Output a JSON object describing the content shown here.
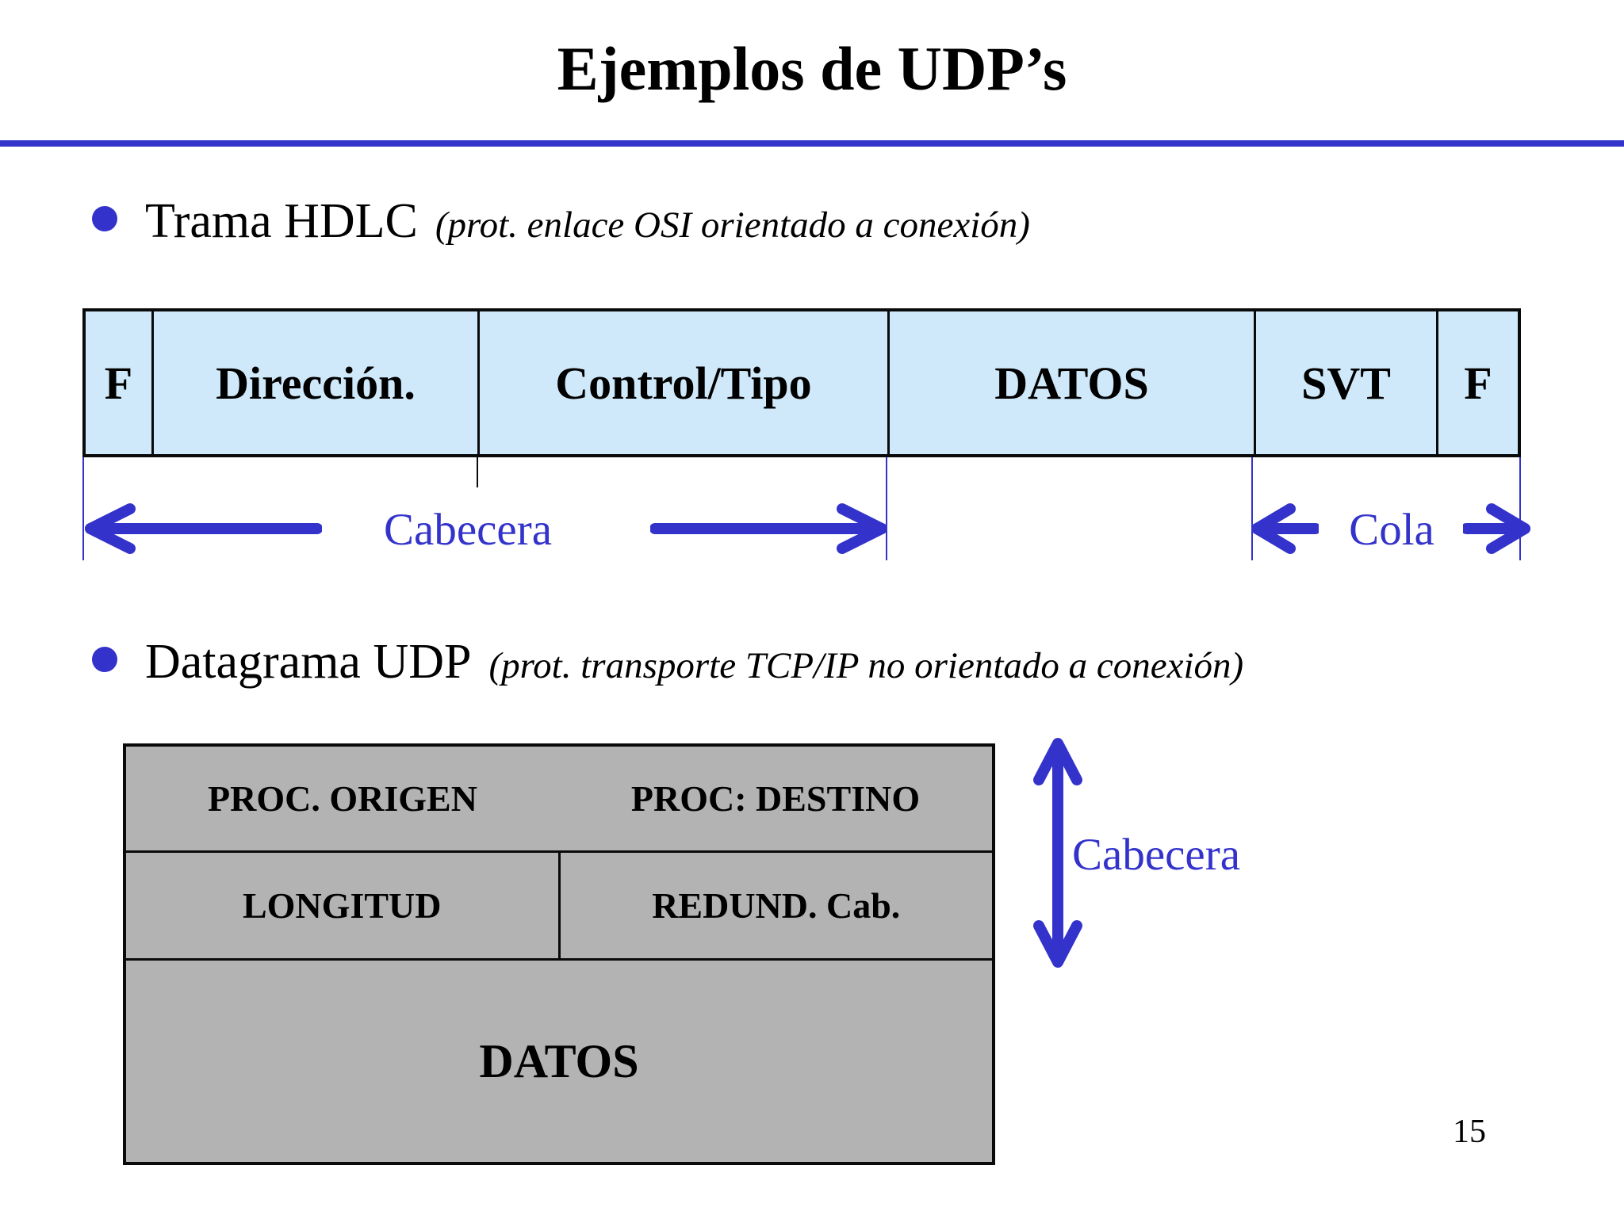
{
  "slide": {
    "title": "Ejemplos de UDP’s",
    "page_number": "15",
    "colors": {
      "accent_blue": "#3333cc",
      "hdlc_cell_fill": "#cfe9fa",
      "udp_cell_fill": "#b3b3b3"
    },
    "bullet1": {
      "label": "Trama HDLC",
      "note": "(prot. enlace OSI orientado a conexión)"
    },
    "bullet2": {
      "label": "Datagrama UDP",
      "note": "(prot. transporte TCP/IP no orientado a conexión)"
    },
    "hdlc_table": {
      "cells": [
        {
          "label": "F"
        },
        {
          "label": "Dirección."
        },
        {
          "label": "Control/Tipo"
        },
        {
          "label": "DATOS"
        },
        {
          "label": "SVT"
        },
        {
          "label": "F"
        }
      ],
      "header_label": "Cabecera",
      "trailer_label": "Cola"
    },
    "udp_table": {
      "row1": [
        "PROC. ORIGEN",
        "PROC: DESTINO"
      ],
      "row2": [
        "LONGITUD",
        "REDUND. Cab."
      ],
      "row3": "DATOS",
      "side_label": "Cabecera"
    },
    "icons": {
      "horizontal_measure": "left-right-measure-arrow",
      "vertical_measure": "vertical-double-arrow"
    }
  }
}
